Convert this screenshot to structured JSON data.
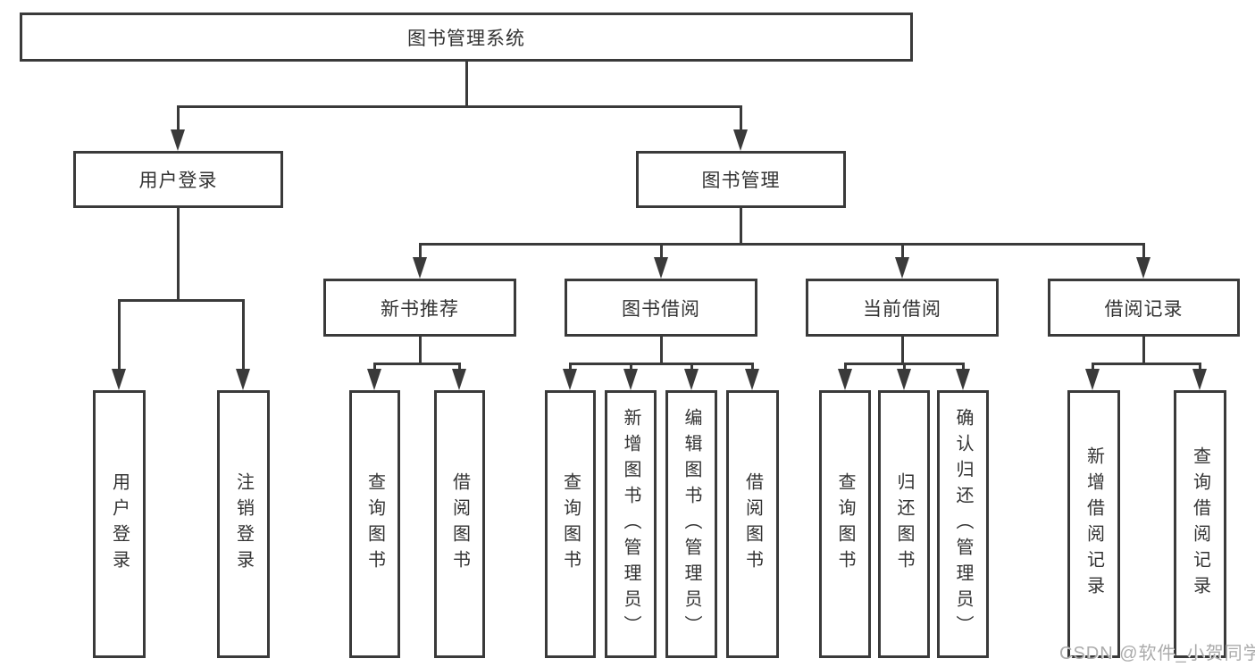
{
  "tree": {
    "root": "图书管理系统",
    "level2": [
      {
        "label": "用户登录",
        "children": [
          "用户登录",
          "注销登录"
        ]
      },
      {
        "label": "图书管理",
        "sections": [
          {
            "label": "新书推荐",
            "children": [
              "查询图书",
              "借阅图书"
            ]
          },
          {
            "label": "图书借阅",
            "children": [
              "查询图书",
              "新增图书（管理员）",
              "编辑图书（管理员）",
              "借阅图书"
            ]
          },
          {
            "label": "当前借阅",
            "children": [
              "查询图书",
              "归还图书",
              "确认归还（管理员）"
            ]
          },
          {
            "label": "借阅记录",
            "children": [
              "新增借阅记录",
              "查询借阅记录"
            ]
          }
        ]
      }
    ]
  },
  "watermark": "CSDN @软件_小贺同学",
  "colors": {
    "line": "#3a3a3a",
    "text": "#333333",
    "background": "#ffffff",
    "watermark": "#ababab"
  }
}
